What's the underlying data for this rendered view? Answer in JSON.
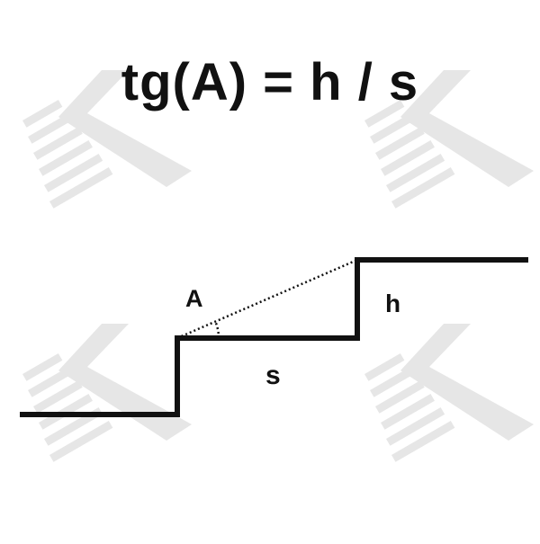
{
  "formula": "tg(A) = h / s",
  "labels": {
    "angle": "A",
    "height": "h",
    "run": "s"
  },
  "colors": {
    "line": "#111111",
    "watermark": "#e6e6e6",
    "background": "#ffffff"
  },
  "watermark_icon": "chevron-stripes-logo"
}
